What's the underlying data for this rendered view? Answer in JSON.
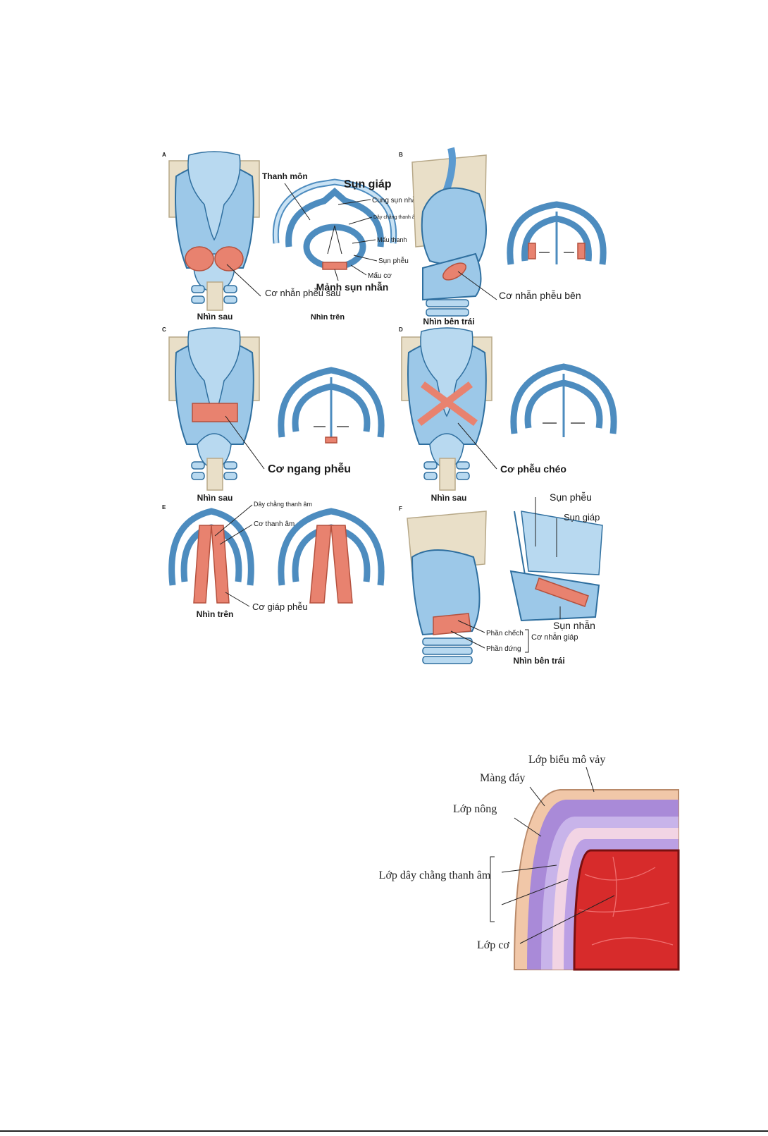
{
  "figure1": {
    "panel_letters": [
      "A",
      "B",
      "C",
      "D",
      "E",
      "F"
    ],
    "panel_a": {
      "view_left": "Nhìn sau",
      "view_right": "Nhìn trên",
      "labels": {
        "thanh_mon": "Thanh môn",
        "sun_giap": "Sụn giáp",
        "cung_sun_nhan": "Cung sụn nhẫn",
        "day_chang_thanh_am": "Dây chằng thanh âm",
        "mau_thanh": "Mấu thanh",
        "sun_pheu": "Sụn phễu",
        "mau_co": "Mấu cơ",
        "manh_sun_nhan": "Mảnh sụn nhẫn",
        "co_nhan_pheu_sau": "Cơ nhẫn phễu sau"
      }
    },
    "panel_b": {
      "view": "Nhìn bên trái",
      "label": "Cơ nhẫn phễu bên"
    },
    "panel_c": {
      "view": "Nhìn sau",
      "label": "Cơ ngang phễu"
    },
    "panel_d": {
      "view": "Nhìn sau",
      "label": "Cơ phễu chéo"
    },
    "panel_e": {
      "view": "Nhìn trên",
      "labels": {
        "day_chang": "Dây chằng thanh âm",
        "co_thanh_am": "Cơ thanh âm",
        "co_giap_pheu": "Cơ giáp phễu"
      }
    },
    "panel_f": {
      "view": "Nhìn bên trái",
      "labels": {
        "sun_pheu": "Sụn phễu",
        "sun_giap": "Sụn giáp",
        "sun_nhan": "Sụn nhẫn",
        "phan_chech": "Phần chếch",
        "phan_dung": "Phần đứng",
        "co_nhan_giap": "Cơ nhẫn giáp"
      }
    }
  },
  "figure2": {
    "labels": {
      "bieu_mo": "Lớp biểu mô vảy",
      "mang_day": "Màng đáy",
      "lop_nong": "Lớp nông",
      "day_chang": "Lớp dây chằng thanh âm",
      "lop_co": "Lớp cơ"
    }
  }
}
